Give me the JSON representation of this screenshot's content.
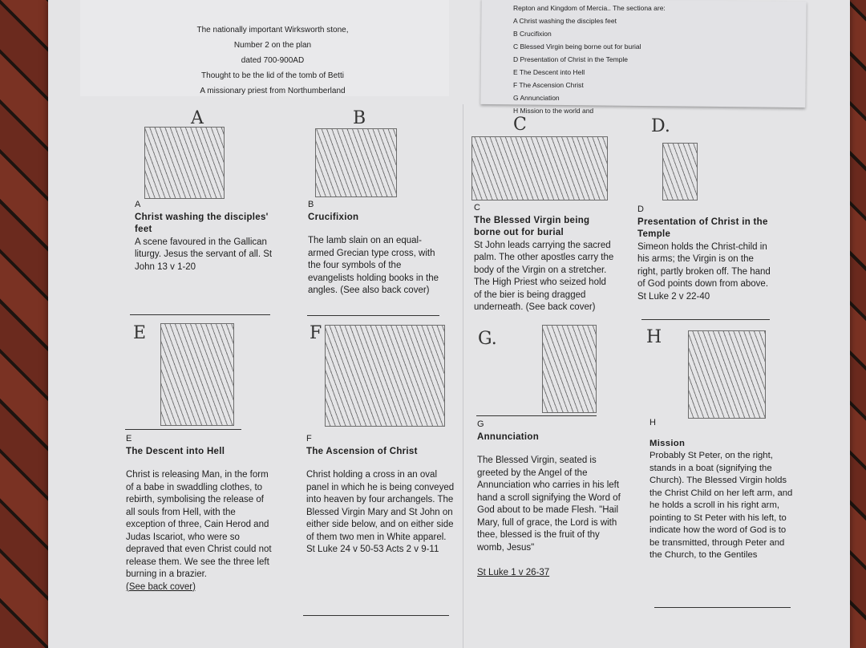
{
  "intro": {
    "lines": [
      "The nationally important Wirksworth stone,",
      "Number 2 on the plan",
      "dated  700-900AD",
      "Thought to be the lid of the tomb of Betti",
      "A missionary priest from Northumberland"
    ]
  },
  "sections_list": {
    "heading": "Repton and Kingdom of Mercia.. The sectiona are:",
    "items": [
      "A Christ washing the disciples feet",
      "B Crucifixion",
      "C Blessed Virgin being borne out for burial",
      "D Presentation of Christ in the Temple",
      "E The Descent into Hell",
      "F The Ascension Christ",
      "G Annunciation",
      "H Mission to the world and"
    ]
  },
  "panels": [
    {
      "hand": "A",
      "letter": "A",
      "title": "Christ washing the disciples' feet",
      "body": "A scene favoured in the Gallican liturgy. Jesus the servant of all. St John 13 v 1-20"
    },
    {
      "hand": "B",
      "letter": "B",
      "title": "Crucifixion",
      "body": "The lamb slain on an equal-armed Grecian type cross, with the four symbols of the evangelists holding books in the angles. (See also back cover)"
    },
    {
      "hand": "C",
      "letter": "C",
      "title": "The Blessed Virgin being borne out for burial",
      "body": "St John leads carrying the sacred palm. The other apostles carry the body of the Virgin on a stretcher. The High Priest who seized hold of the bier is being dragged underneath. (See back cover)"
    },
    {
      "hand": "D.",
      "letter": "D",
      "title": "Presentation of Christ in the Temple",
      "body": "Simeon holds the Christ-child in his arms; the Virgin is on the right, partly broken off. The hand of God points down from above. St Luke 2 v 22-40"
    },
    {
      "hand": "E",
      "letter": "E",
      "title": "The Descent into Hell",
      "body": "Christ is releasing Man, in the form of a babe in swaddling clothes, to rebirth, symbolising the release of all souls from Hell, with the exception of three, Cain Herod and Judas Iscariot, who were so depraved that even Christ could not release them. We see the three left burning in a brazier.",
      "footer": "(See back cover)"
    },
    {
      "hand": "F",
      "letter": "F",
      "title": "The Ascension of Christ",
      "body": "Christ holding a cross in an oval panel in which he is being conveyed into heaven by four archangels. The Blessed Virgin Mary and St John on either side below, and on either side of them two men in White apparel. St Luke 24 v 50-53 Acts  2 v 9-11"
    },
    {
      "hand": "G.",
      "letter": "G",
      "title": "Annunciation",
      "body": "The Blessed Virgin, seated is greeted by the Angel of the Annunciation who carries in his left hand a scroll signifying the Word of God about to be made Flesh. \"Hail Mary, full of grace, the Lord is with thee, blessed is the fruit of thy womb, Jesus\"",
      "footer": "St Luke 1 v 26-37"
    },
    {
      "hand": "H",
      "letter": "H",
      "title": "Mission",
      "body": "Probably St Peter, on the right, stands in a boat (signifying the Church). The Blessed Virgin holds the Christ Child on her left arm, and he holds a scroll in his right arm, pointing to St Peter with his left, to indicate how the word of God is to be transmitted, through Peter and the Church, to the Gentiles"
    }
  ]
}
